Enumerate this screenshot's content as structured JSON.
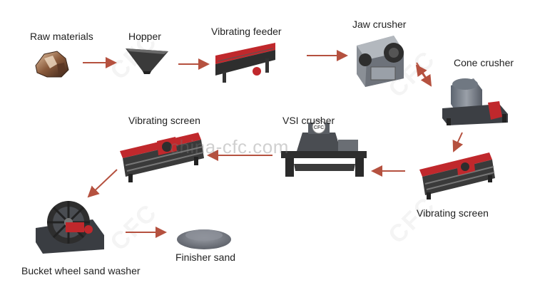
{
  "labels": {
    "raw_materials": "Raw materials",
    "hopper": "Hopper",
    "vibrating_feeder": "Vibrating feeder",
    "jaw_crusher": "Jaw crusher",
    "cone_crusher": "Cone crusher",
    "vibrating_screen_top": "Vibrating screen",
    "vsi_crusher": "VSI crusher",
    "vibrating_screen_right": "Vibrating screen",
    "bucket_wheel": "Bucket wheel sand washer",
    "finisher_sand": "Finisher sand"
  },
  "watermark": "china-cfc.com",
  "brand_mark": "CFC",
  "colors": {
    "arrow": "#b5513f",
    "machine_red": "#c0282c",
    "machine_dark": "#2e2e2e",
    "machine_grey": "#8a8a8a",
    "sand": "#7d8189"
  }
}
